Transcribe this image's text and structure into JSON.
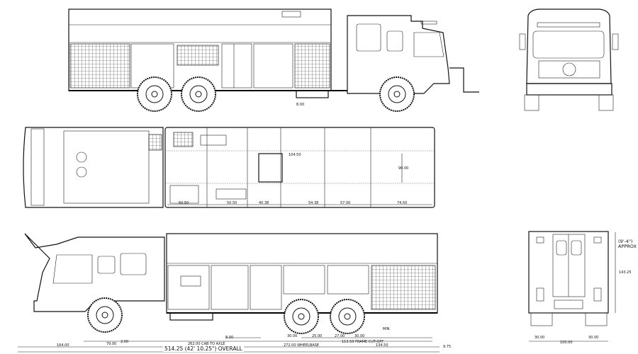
{
  "side_view_upper": {
    "dims": {
      "front_overhang": "8.00"
    }
  },
  "top_view": {
    "dims": [
      "50.50",
      "50.50",
      "40.38",
      "54.38",
      "57.00",
      "74.50"
    ],
    "roof_length": "104.50",
    "roof_width": "90.00"
  },
  "side_view_lower": {
    "dims": {
      "bumper": "2.00",
      "front_axle_to_cab": "79.00",
      "cab_to_axle": "262.00 CAB TO AXLE",
      "front_overall": "164.00",
      "wheelbase": "272.00 WHEELBASE",
      "overall": "514.25 (42' 10.25\") OVERALL",
      "tandem_1": "30.00",
      "tandem_2": "25.00",
      "tandem_3": "27.00",
      "tandem_4": "30.00",
      "frame_cutoff": "113.50 FRAME CUT-OFF",
      "rear_overhang": "134.50",
      "rear_step": "9.75",
      "compartment_depth": "8.00",
      "departure": "MIN."
    }
  },
  "rear_view": {
    "dims": {
      "height": "143.25",
      "left_tire": "30.00",
      "right_tire": "30.00",
      "width": "100.00",
      "note": "(9'-4\") APPROX"
    }
  }
}
